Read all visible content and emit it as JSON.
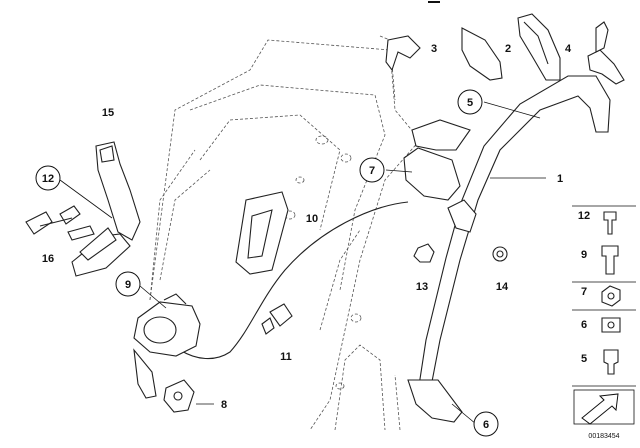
{
  "callouts": {
    "c1": "1",
    "c2": "2",
    "c3": "3",
    "c4": "4",
    "c5": "5",
    "c6": "6",
    "c7": "7",
    "c8": "8",
    "c9": "9",
    "c10": "10",
    "c11": "11",
    "c12": "12",
    "c13": "13",
    "c14": "14",
    "c15": "15",
    "c16": "16"
  },
  "legend": {
    "items": [
      "12",
      "9",
      "7",
      "6",
      "5"
    ]
  },
  "image_id": "00183454"
}
